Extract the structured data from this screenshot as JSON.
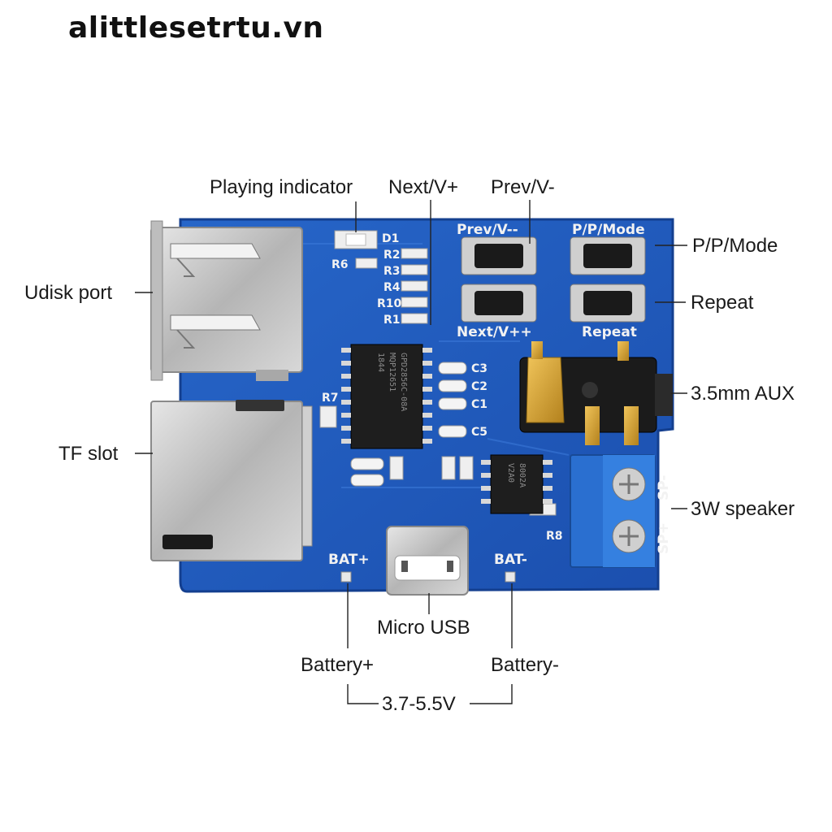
{
  "watermark": "alittlesetrtu.vn",
  "labels": {
    "playing_indicator": "Playing indicator",
    "next_v_plus": "Next/V+",
    "prev_v_minus": "Prev/V-",
    "pp_mode": "P/P/Mode",
    "udisk_port": "Udisk port",
    "repeat": "Repeat",
    "aux": "3.5mm AUX",
    "tf_slot": "TF slot",
    "speaker": "3W speaker",
    "micro_usb": "Micro USB",
    "battery_plus": "Battery+",
    "battery_minus": "Battery-",
    "voltage_range": "3.7-5.5V"
  },
  "silkscreen": {
    "prev": "Prev/V--",
    "pp": "P/P/Mode",
    "next": "Next/V++",
    "repeat": "Repeat",
    "bat_plus": "BAT+",
    "bat_minus": "BAT-",
    "sp_minus": "SP-",
    "sp_plus": "SP+",
    "d1": "D1",
    "r6": "R6",
    "r2": "R2",
    "r3": "R3",
    "r4": "R4",
    "r10": "R10",
    "r1": "R1",
    "r7": "R7",
    "r8": "R8",
    "c1": "C1",
    "c2": "C2",
    "c3": "C3",
    "c5": "C5",
    "chip1_a": "GPD2856C-08A",
    "chip1_b": "MQP12651",
    "chip1_c": "1844",
    "chip2_a": "8002A",
    "chip2_b": "V2A0"
  },
  "colors": {
    "pcb": "#1f5bbf",
    "pcb_edge": "#143f8f",
    "metal": "#c9c9c9",
    "terminal": "#2a6fd0",
    "gold": "#d8a635"
  }
}
